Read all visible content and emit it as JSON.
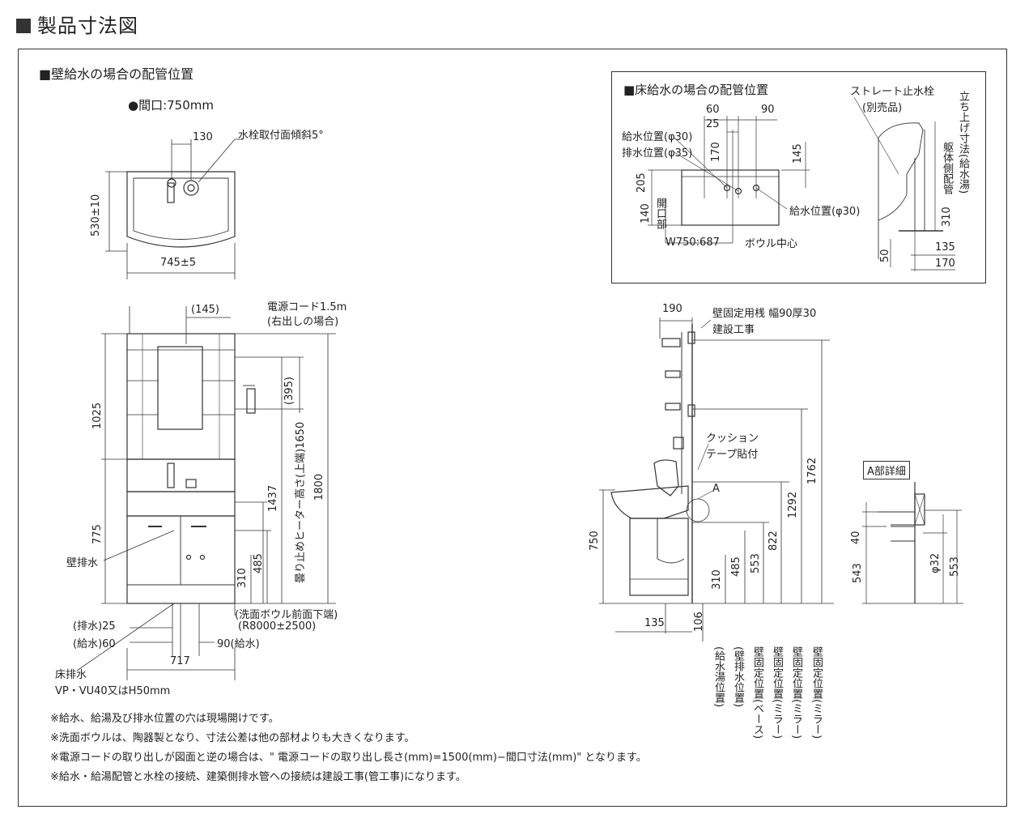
{
  "title": "製品寸法図",
  "sections": {
    "wall_supply": "■壁給水の場合の配管位置",
    "frontage": "●間口:750mm",
    "floor_supply": "■床給水の場合の配管位置",
    "a_detail": "A部詳細"
  },
  "top_view": {
    "dim_130": "130",
    "faucet_tilt": "水栓取付面傾斜5°",
    "depth": "530±10",
    "width": "745±5"
  },
  "inset": {
    "d60": "60",
    "d90": "90",
    "d25": "25",
    "d170": "170",
    "d145": "145",
    "d205": "205",
    "d140": "140",
    "opening": "開口部",
    "supply_pos": "給水位置(φ30)",
    "drain_pos": "排水位置(φ35)",
    "supply_pos2": "給水位置(φ30)",
    "w750": "W750:687",
    "bowl_center": "ボウル中心",
    "straight_valve": "ストレート止水栓",
    "sold_separately": "(別売品)",
    "body_pipe": "躯体側配管",
    "rise_dim": "立ち上げ寸法(給水湯)",
    "d310": "310",
    "d50": "50",
    "d135": "135",
    "d170b": "170"
  },
  "front_view": {
    "d145": "(145)",
    "power_cord": "電源コード1.5m",
    "right_exit": "(右出しの場合)",
    "d395": "(395)",
    "d1025": "1025",
    "d1650": "曇り止めヒーター高さ(上端)1650",
    "d1800": "1800",
    "d1437": "1437",
    "d775": "775",
    "d485": "485",
    "d310": "310",
    "wall_drain": "壁排水",
    "bowl_front": "(洗面ボウル前面下端)",
    "r8000": "(R8000±2500)",
    "drain25": "(排水)25",
    "supply60": "(給水)60",
    "supply90": "90(給水)",
    "d717": "717",
    "floor_drain": "床排水",
    "vp": "VP・VU40又はH50mm"
  },
  "side_view": {
    "d190": "190",
    "wall_cleat": "壁固定用桟 幅90厚30",
    "construction": "建設工事",
    "cushion": "クッション",
    "tape": "テープ貼付",
    "label_a": "A",
    "d750": "750",
    "d1762": "1762",
    "d1292": "1292",
    "d822": "822",
    "d553": "553",
    "d485": "485",
    "d310": "310",
    "d135": "135",
    "d106": "106",
    "legend": [
      "(給水湯位置)",
      "(壁排水位置)",
      "壁固定位置(ベース)",
      "壁固定位置(ミラー)",
      "壁固定位置(ミラー)",
      "壁固定位置(ミラー)"
    ]
  },
  "detail": {
    "d40": "40",
    "d543": "543",
    "d32": "φ32",
    "d553": "553"
  },
  "notes": [
    "※給水、給湯及び排水位置の穴は現場開けです。",
    "※洗面ボウルは、陶器製となり、寸法公差は他の部材よりも大きくなります。",
    "※電源コードの取り出しが図面と逆の場合は、\" 電源コードの取り出し長さ(mm)=1500(mm)−間口寸法(mm)\" となります。",
    "※給水・給湯配管と水栓の接続、建築側排水管への接続は建設工事(管工事)になります。"
  ]
}
